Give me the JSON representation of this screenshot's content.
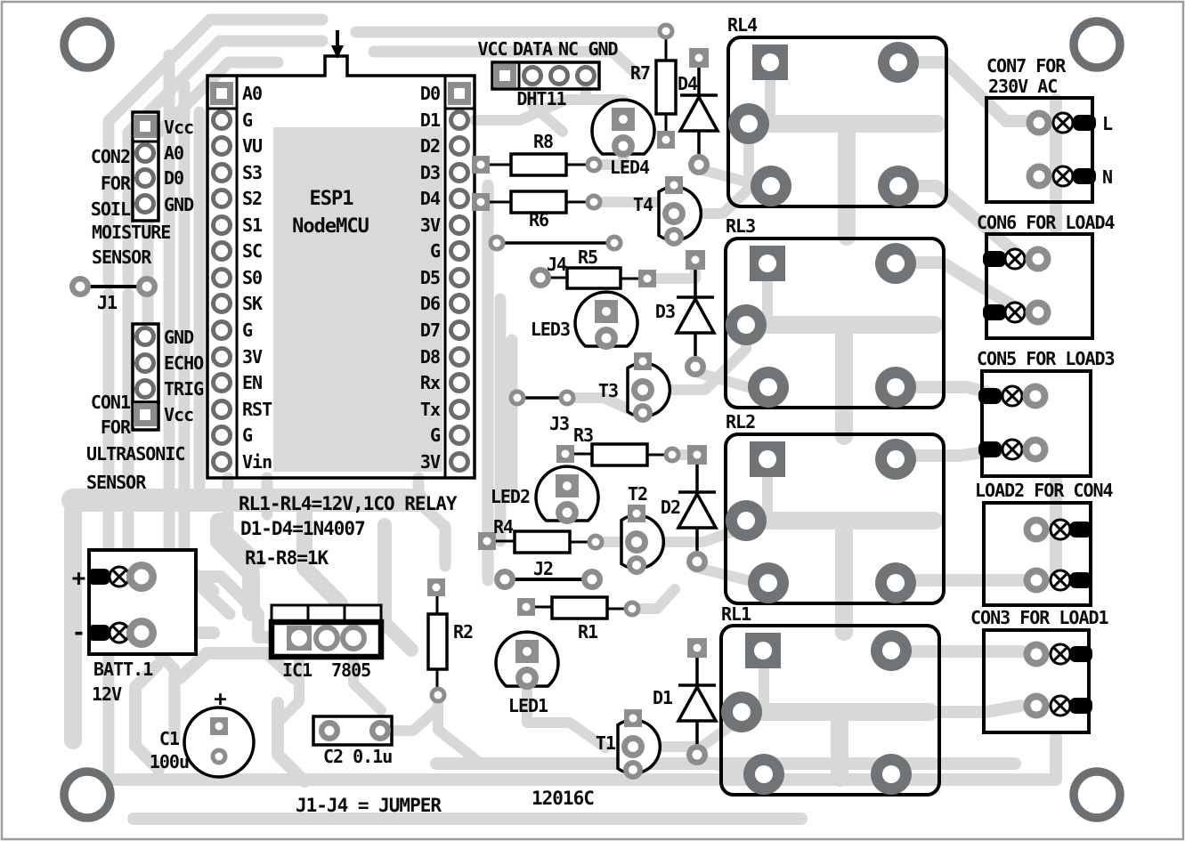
{
  "board": {
    "code": "12016C"
  },
  "colors": {
    "trace": "#d7d9d8",
    "pad_dark": "#717476",
    "pad_light": "#8b8d8f",
    "silkscreen": "#0a0a0a"
  },
  "nodemcu": {
    "ref": "ESP1",
    "name": "NodeMCU",
    "left_pins": [
      "A0",
      "G",
      "VU",
      "S3",
      "S2",
      "S1",
      "SC",
      "S0",
      "SK",
      "G",
      "3V",
      "EN",
      "RST",
      "G",
      "Vin"
    ],
    "right_pins": [
      "D0",
      "D1",
      "D2",
      "D3",
      "D4",
      "3V",
      "G",
      "D5",
      "D6",
      "D7",
      "D8",
      "Rx",
      "Tx",
      "G",
      "3V"
    ]
  },
  "con2": {
    "title_lines": [
      "CON2",
      "FOR",
      "SOIL",
      "MOISTURE",
      "SENSOR"
    ],
    "pins": [
      "Vcc",
      "A0",
      "D0",
      "GND"
    ]
  },
  "con1": {
    "title_lines": [
      "CON1",
      "FOR",
      "ULTRASONIC",
      "SENSOR"
    ],
    "pins": [
      "GND",
      "ECHO",
      "TRIG",
      "Vcc"
    ]
  },
  "dht11": {
    "label": "DHT11",
    "pins": [
      "VCC",
      "DATA",
      "NC",
      "GND"
    ]
  },
  "con7": {
    "title_lines": [
      "CON7 FOR",
      "230V AC"
    ],
    "pins": [
      "L",
      "N"
    ]
  },
  "con6": {
    "title": "CON6 FOR LOAD4"
  },
  "con5": {
    "title": "CON5 FOR LOAD3"
  },
  "con4": {
    "title": "LOAD2 FOR CON4"
  },
  "con3": {
    "title": "CON3 FOR LOAD1"
  },
  "relays": {
    "rl1": "RL1",
    "rl2": "RL2",
    "rl3": "RL3",
    "rl4": "RL4"
  },
  "transistors": {
    "t1": "T1",
    "t2": "T2",
    "t3": "T3",
    "t4": "T4"
  },
  "leds": {
    "led1": "LED1",
    "led2": "LED2",
    "led3": "LED3",
    "led4": "LED4"
  },
  "diodes": {
    "d1": "D1",
    "d2": "D2",
    "d3": "D3",
    "d4": "D4"
  },
  "resistors": {
    "r1": "R1",
    "r2": "R2",
    "r3": "R3",
    "r4": "R4",
    "r5": "R5",
    "r6": "R6",
    "r7": "R7",
    "r8": "R8"
  },
  "jumpers": {
    "j1": "J1",
    "j2": "J2",
    "j3": "J3",
    "j4": "J4"
  },
  "battery": {
    "ref": "BATT.1",
    "voltage": "12V",
    "plus": "+",
    "minus": "-"
  },
  "regulator": {
    "ref": "IC1",
    "part": "7805"
  },
  "capacitors": {
    "c1_ref": "C1",
    "c1_value": "100u",
    "c1_plus": "+",
    "c2_label": "C2 0.1u"
  },
  "notes": {
    "relay_note": "RL1-RL4=12V,1CO RELAY",
    "diode_note": "D1-D4=1N4007",
    "resistor_note": "R1-R8=1K",
    "jumper_note": "J1-J4 = JUMPER"
  }
}
